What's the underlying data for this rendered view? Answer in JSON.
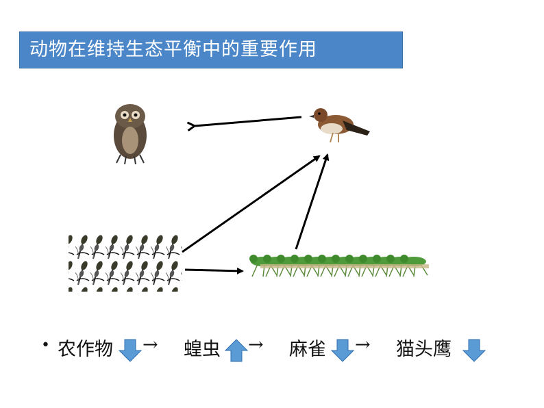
{
  "title": "动物在维持生态平衡中的重要作用",
  "icons": {
    "owl": "owl-icon",
    "sparrow": "sparrow-icon",
    "crops": "crops-icon",
    "locusts": "locusts-icon"
  },
  "chain": {
    "bullet": "•",
    "items": [
      {
        "label": "农作物",
        "trend": "down"
      },
      {
        "label": "蝗虫",
        "trend": "up"
      },
      {
        "label": "麻雀",
        "trend": "down"
      },
      {
        "label": "猫头鹰",
        "trend": "down"
      }
    ],
    "separator": "→"
  },
  "colors": {
    "banner": "#4a86c8",
    "trend_arrow": "#5b9bd5",
    "locust": "#4f9a3a"
  }
}
